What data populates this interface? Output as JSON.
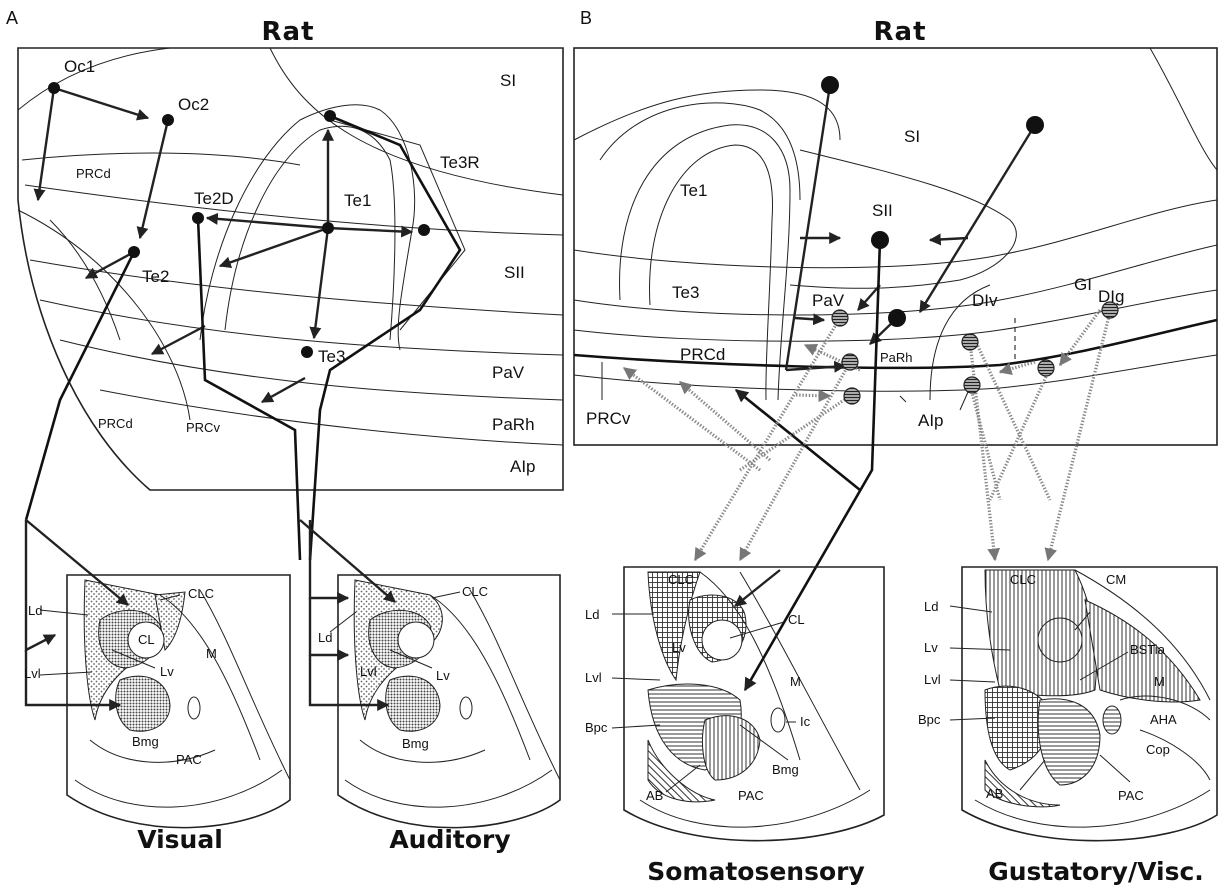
{
  "panels": {
    "a": {
      "letter": "A",
      "header": "Rat",
      "areas": [
        "Oc1",
        "Oc2",
        "SI",
        "Te3R",
        "Te2D",
        "Te1",
        "SII",
        "Te2",
        "PRCd",
        "PRCd",
        "PRCv",
        "Te3",
        "PaV",
        "PaRh",
        "AIp"
      ],
      "visual_title": "Visual",
      "auditory_title": "Auditory",
      "visual_nuclei": [
        "Ld",
        "CLC",
        "CL",
        "Lvl",
        "Lv",
        "M",
        "Bmg",
        "PAC"
      ],
      "auditory_nuclei": [
        "CLC",
        "Ld",
        "Lvl",
        "Lv",
        "Bmg"
      ]
    },
    "b": {
      "letter": "B",
      "header": "Rat",
      "areas": [
        "SI",
        "Te1",
        "SII",
        "GI",
        "Te3",
        "PaV",
        "DIv",
        "DIg",
        "PRCd",
        "PaRh",
        "PRCv",
        "AIp"
      ],
      "somato_title": "Somatosensory",
      "gustatory_title": "Gustatory/Visc.",
      "somato_nuclei": [
        "CLC",
        "Ld",
        "CL",
        "Lv",
        "Lvl",
        "M",
        "Ic",
        "Bpc",
        "Bmg",
        "AB",
        "PAC"
      ],
      "gustatory_nuclei": [
        "CLC",
        "CM",
        "Ld",
        "BSTia",
        "Lv",
        "M",
        "Lvl",
        "Bpc",
        "AHA",
        "Cop",
        "AB",
        "PAC"
      ]
    }
  }
}
